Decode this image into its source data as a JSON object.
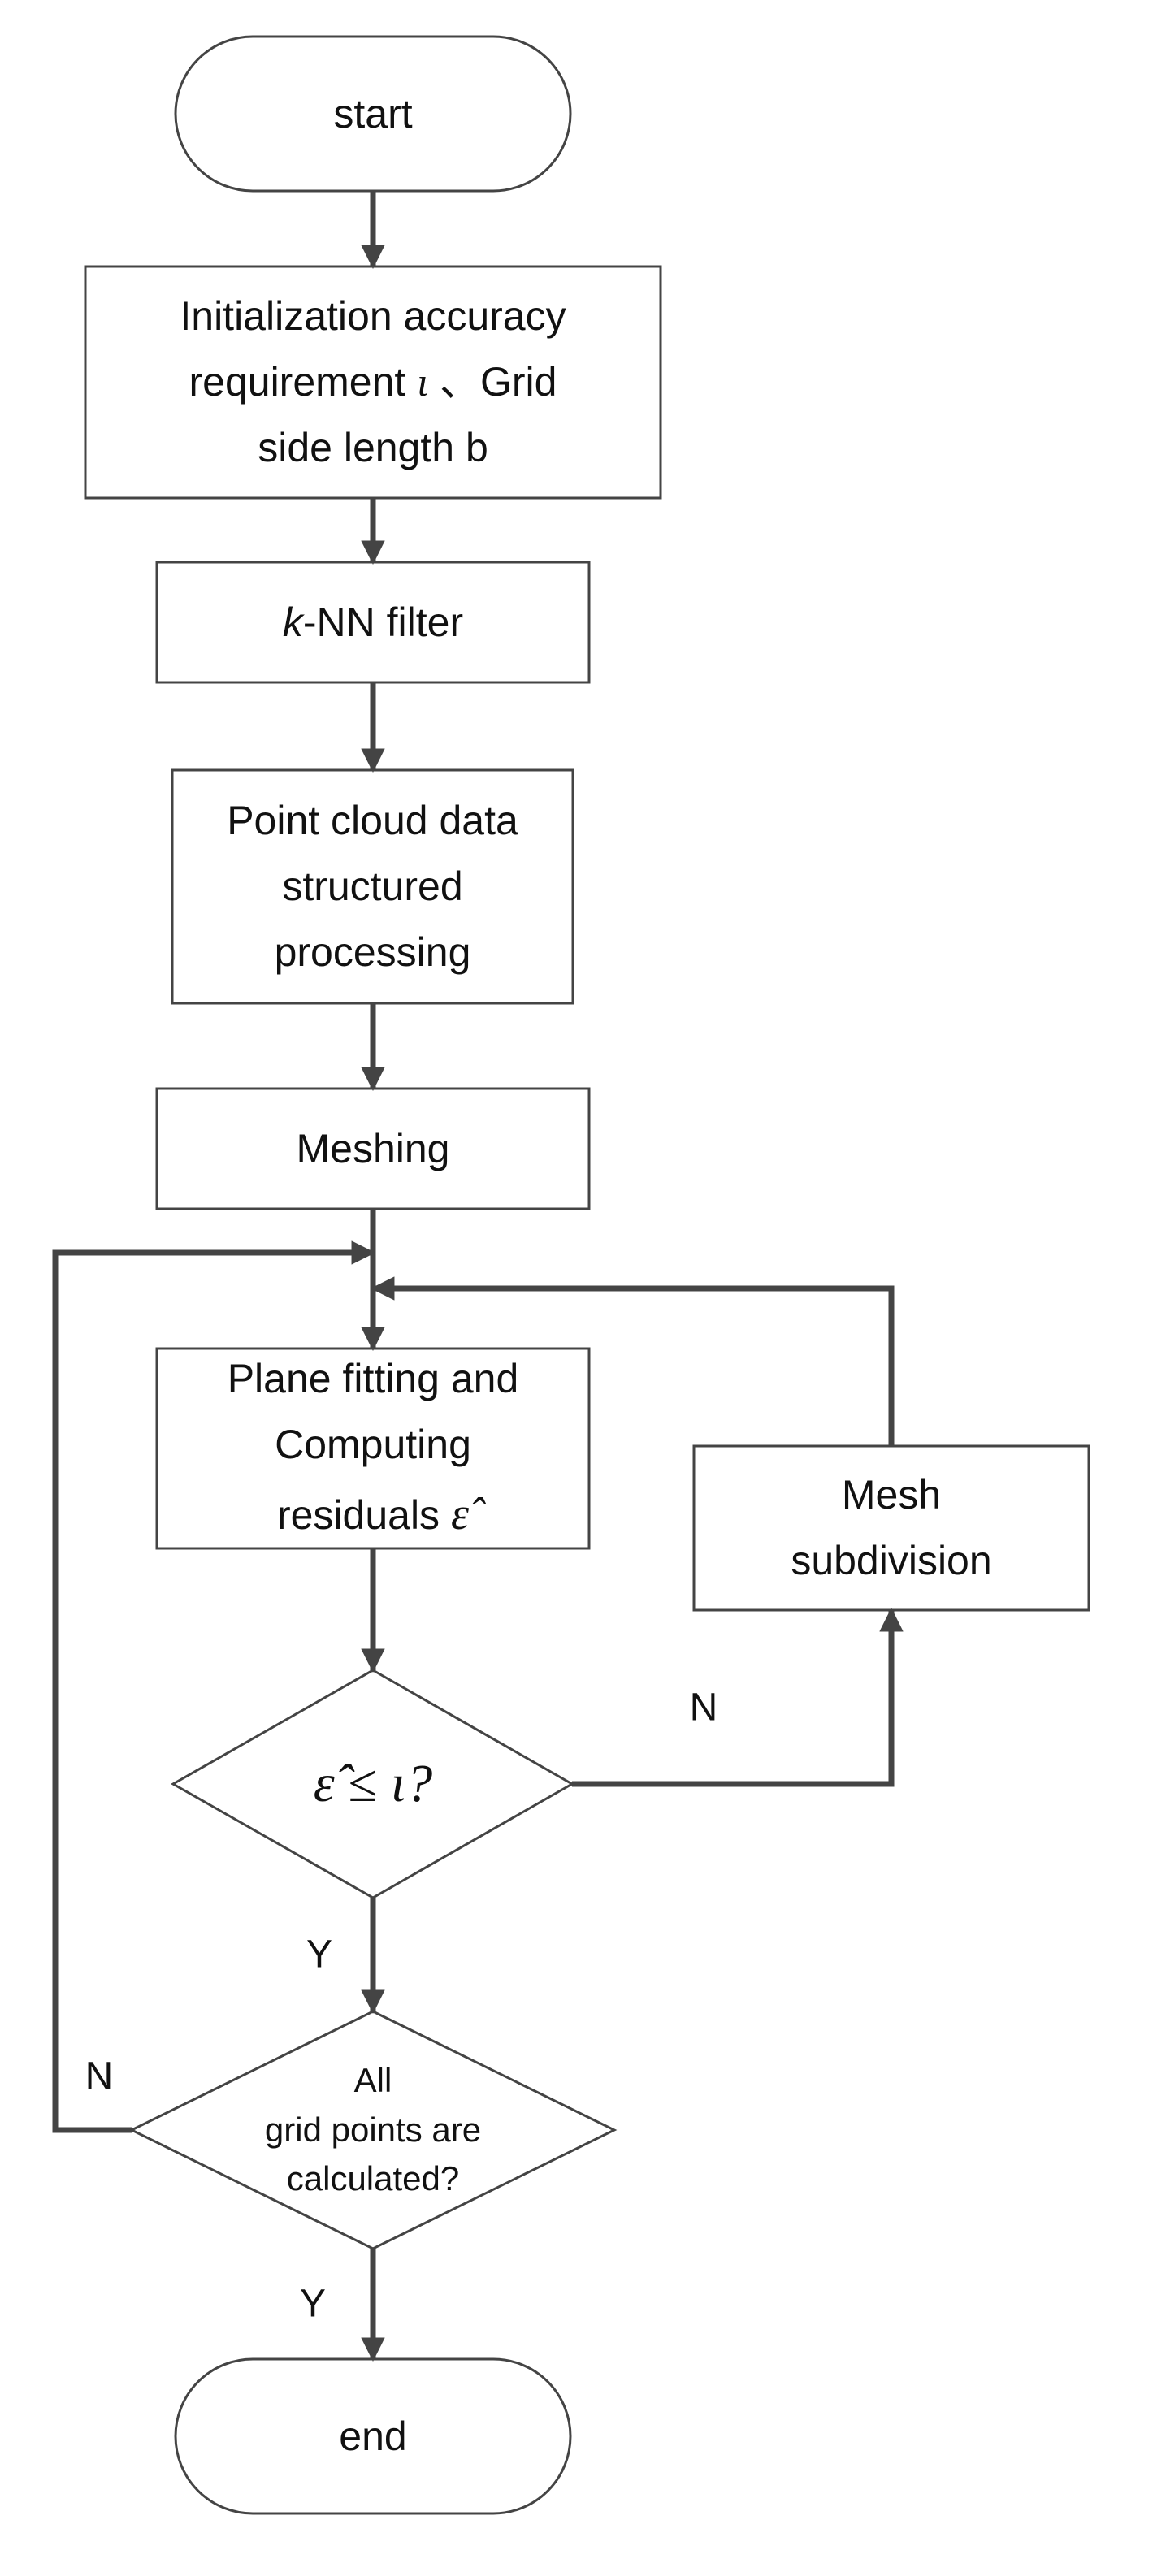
{
  "nodes": {
    "start": {
      "text": "start"
    },
    "init": {
      "line1": "Initialization accuracy",
      "line2_pre": "requirement",
      "line2_sym": "ι",
      "line2_sep": "、",
      "line2_post": "Grid",
      "line3": "side length b"
    },
    "knn": {
      "italic": "k",
      "rest": "-NN filter"
    },
    "pointcloud": {
      "line1": "Point cloud data",
      "line2": "structured",
      "line3": "processing"
    },
    "meshing": {
      "text": "Meshing"
    },
    "planefit": {
      "line1": "Plane fitting and",
      "line2": "Computing",
      "line3_pre": "residuals",
      "line3_sym": "ε̂"
    },
    "meshsub": {
      "line1": "Mesh",
      "line2": "subdivision"
    },
    "decision1": {
      "text": "ε̂ ≤ ι?"
    },
    "decision2": {
      "line1": "All",
      "line2": "grid points are",
      "line3": "calculated?"
    },
    "end": {
      "text": "end"
    }
  },
  "edges": {
    "d1_no": "N",
    "d1_yes": "Y",
    "d2_no": "N",
    "d2_yes": "Y"
  }
}
